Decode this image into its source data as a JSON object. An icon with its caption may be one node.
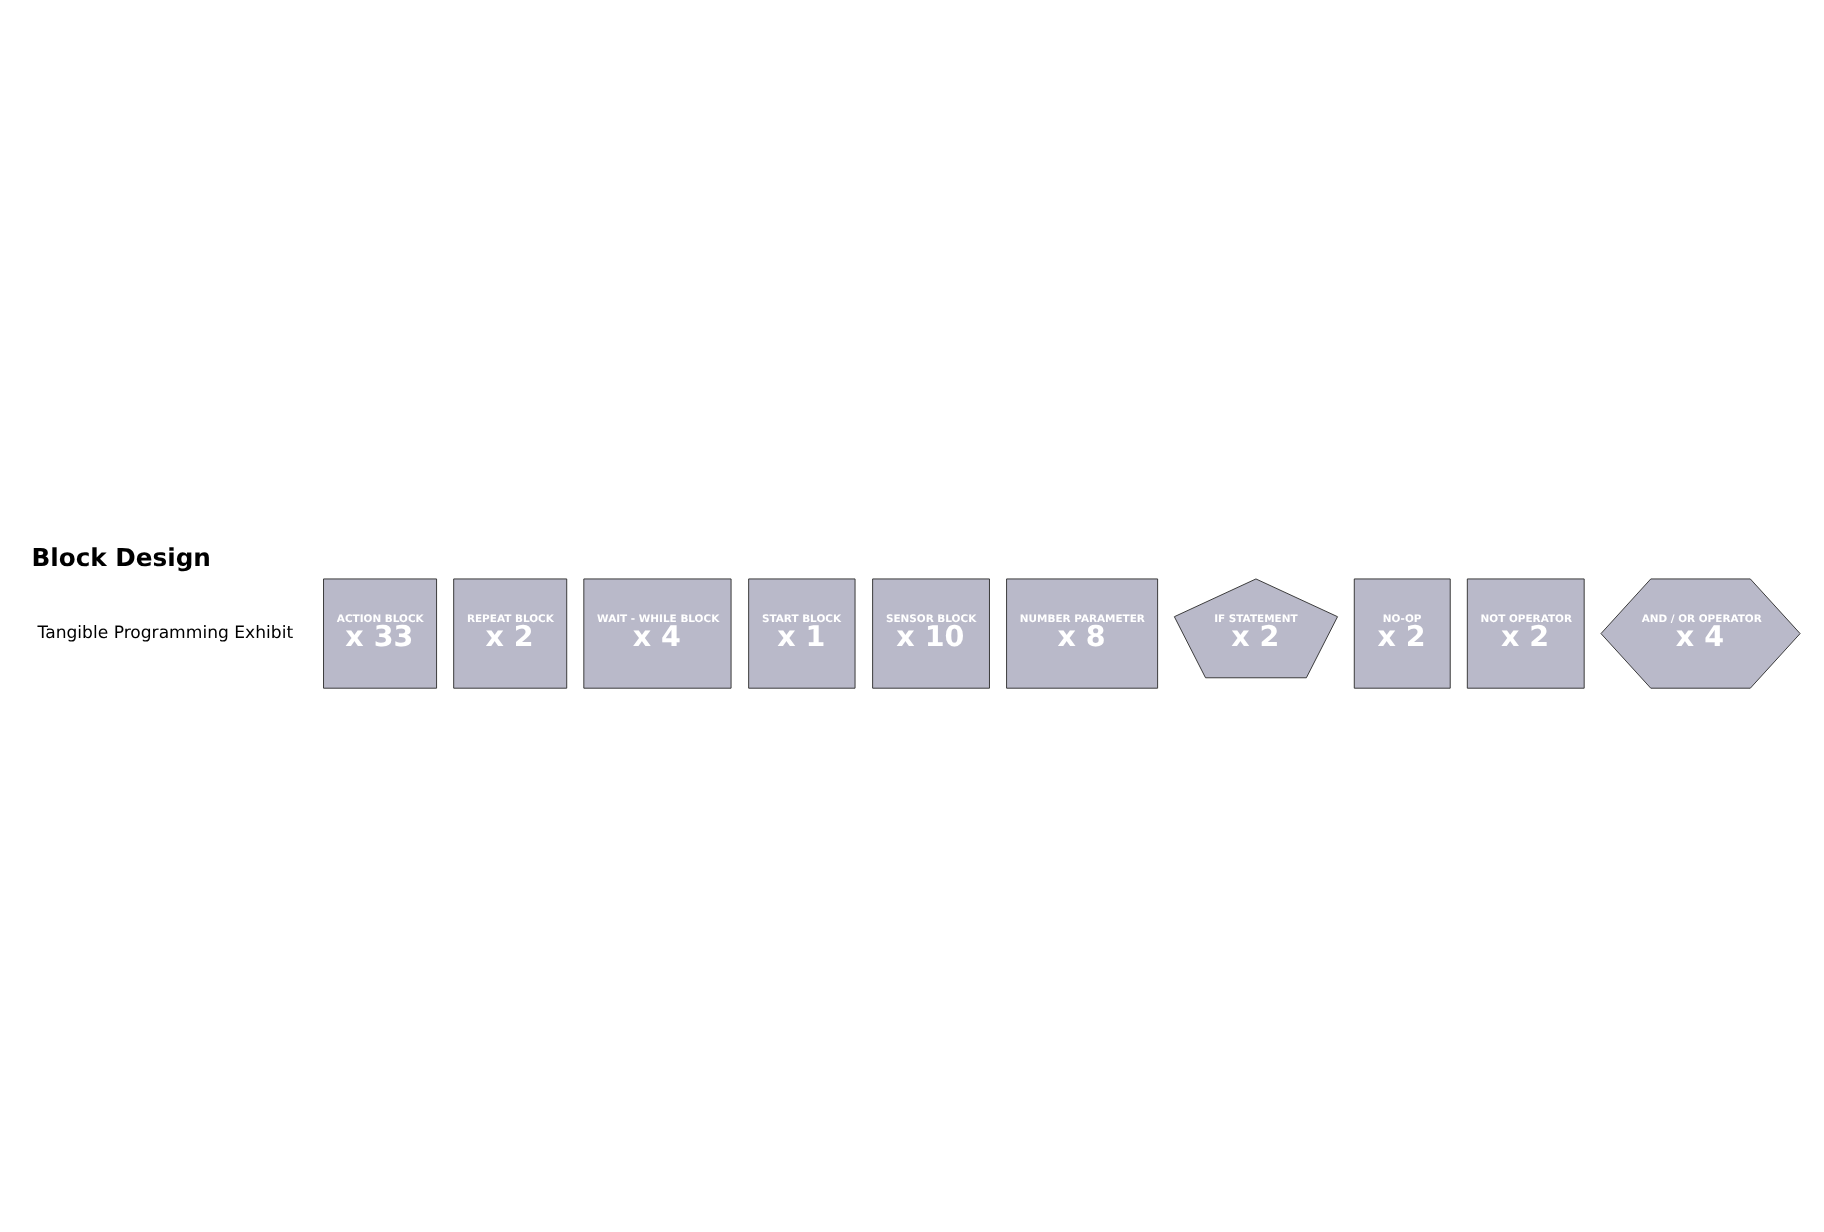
{
  "diagram": {
    "title": "Block Design",
    "nodes": [
      {
        "text": [
          "ACTION BLOCK",
          "x 33"
        ]
      },
      {
        "text": [
          "REPEAT BLOCK",
          "x 2"
        ]
      },
      {
        "text": [
          "WAIT - WHILE BLOCK",
          "x 4"
        ]
      },
      {
        "text": [
          "START BLOCK",
          "x 1"
        ]
      },
      {
        "text": [
          "SENSOR BLOCK",
          "x 10"
        ]
      },
      {
        "text": [
          "NUMBER PARAMETER",
          "x 8"
        ]
      },
      {
        "text": [
          "IF STATEMENT",
          "x 2"
        ]
      },
      {
        "text": [
          "NO-OP",
          "x 2"
        ]
      },
      {
        "text": [
          "NOT OPERATOR",
          "x 2"
        ]
      },
      {
        "text": [
          "AND / OR OPERATOR",
          "x 4"
        ]
      }
    ],
    "edges": [],
    "labels": [
      "Tangible Programming Exhibit"
    ]
  }
}
